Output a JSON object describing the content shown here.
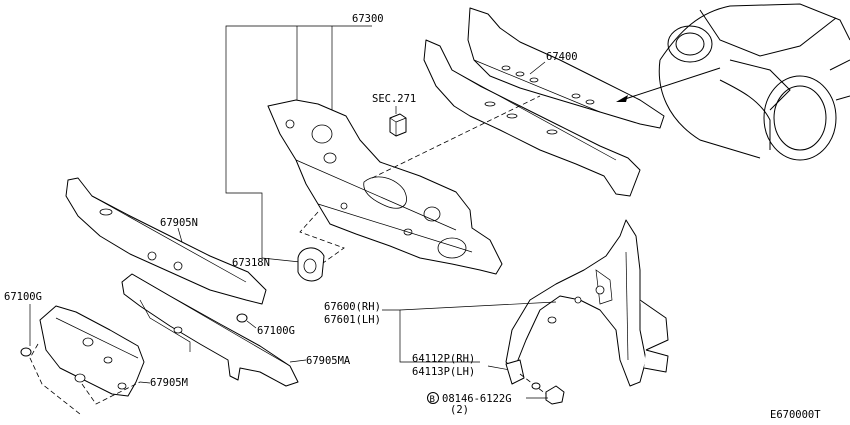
{
  "labels": {
    "p67300": "67300",
    "p67400": "67400",
    "sec271": "SEC.271",
    "p67905N": "67905N",
    "p67318N": "67318N",
    "p67100G_left": "67100G",
    "p67100G_mid": "67100G",
    "p67905MA": "67905MA",
    "p67905M": "67905M",
    "p67600": "67600(RH)",
    "p67601": "67601(LH)",
    "p64112P": "64112P(RH)",
    "p64113P": "64113P(LH)",
    "bolt_circle": "B",
    "bolt_code": "08146-6122G",
    "bolt_qty": "(2)",
    "diagram_code": "E670000T"
  }
}
